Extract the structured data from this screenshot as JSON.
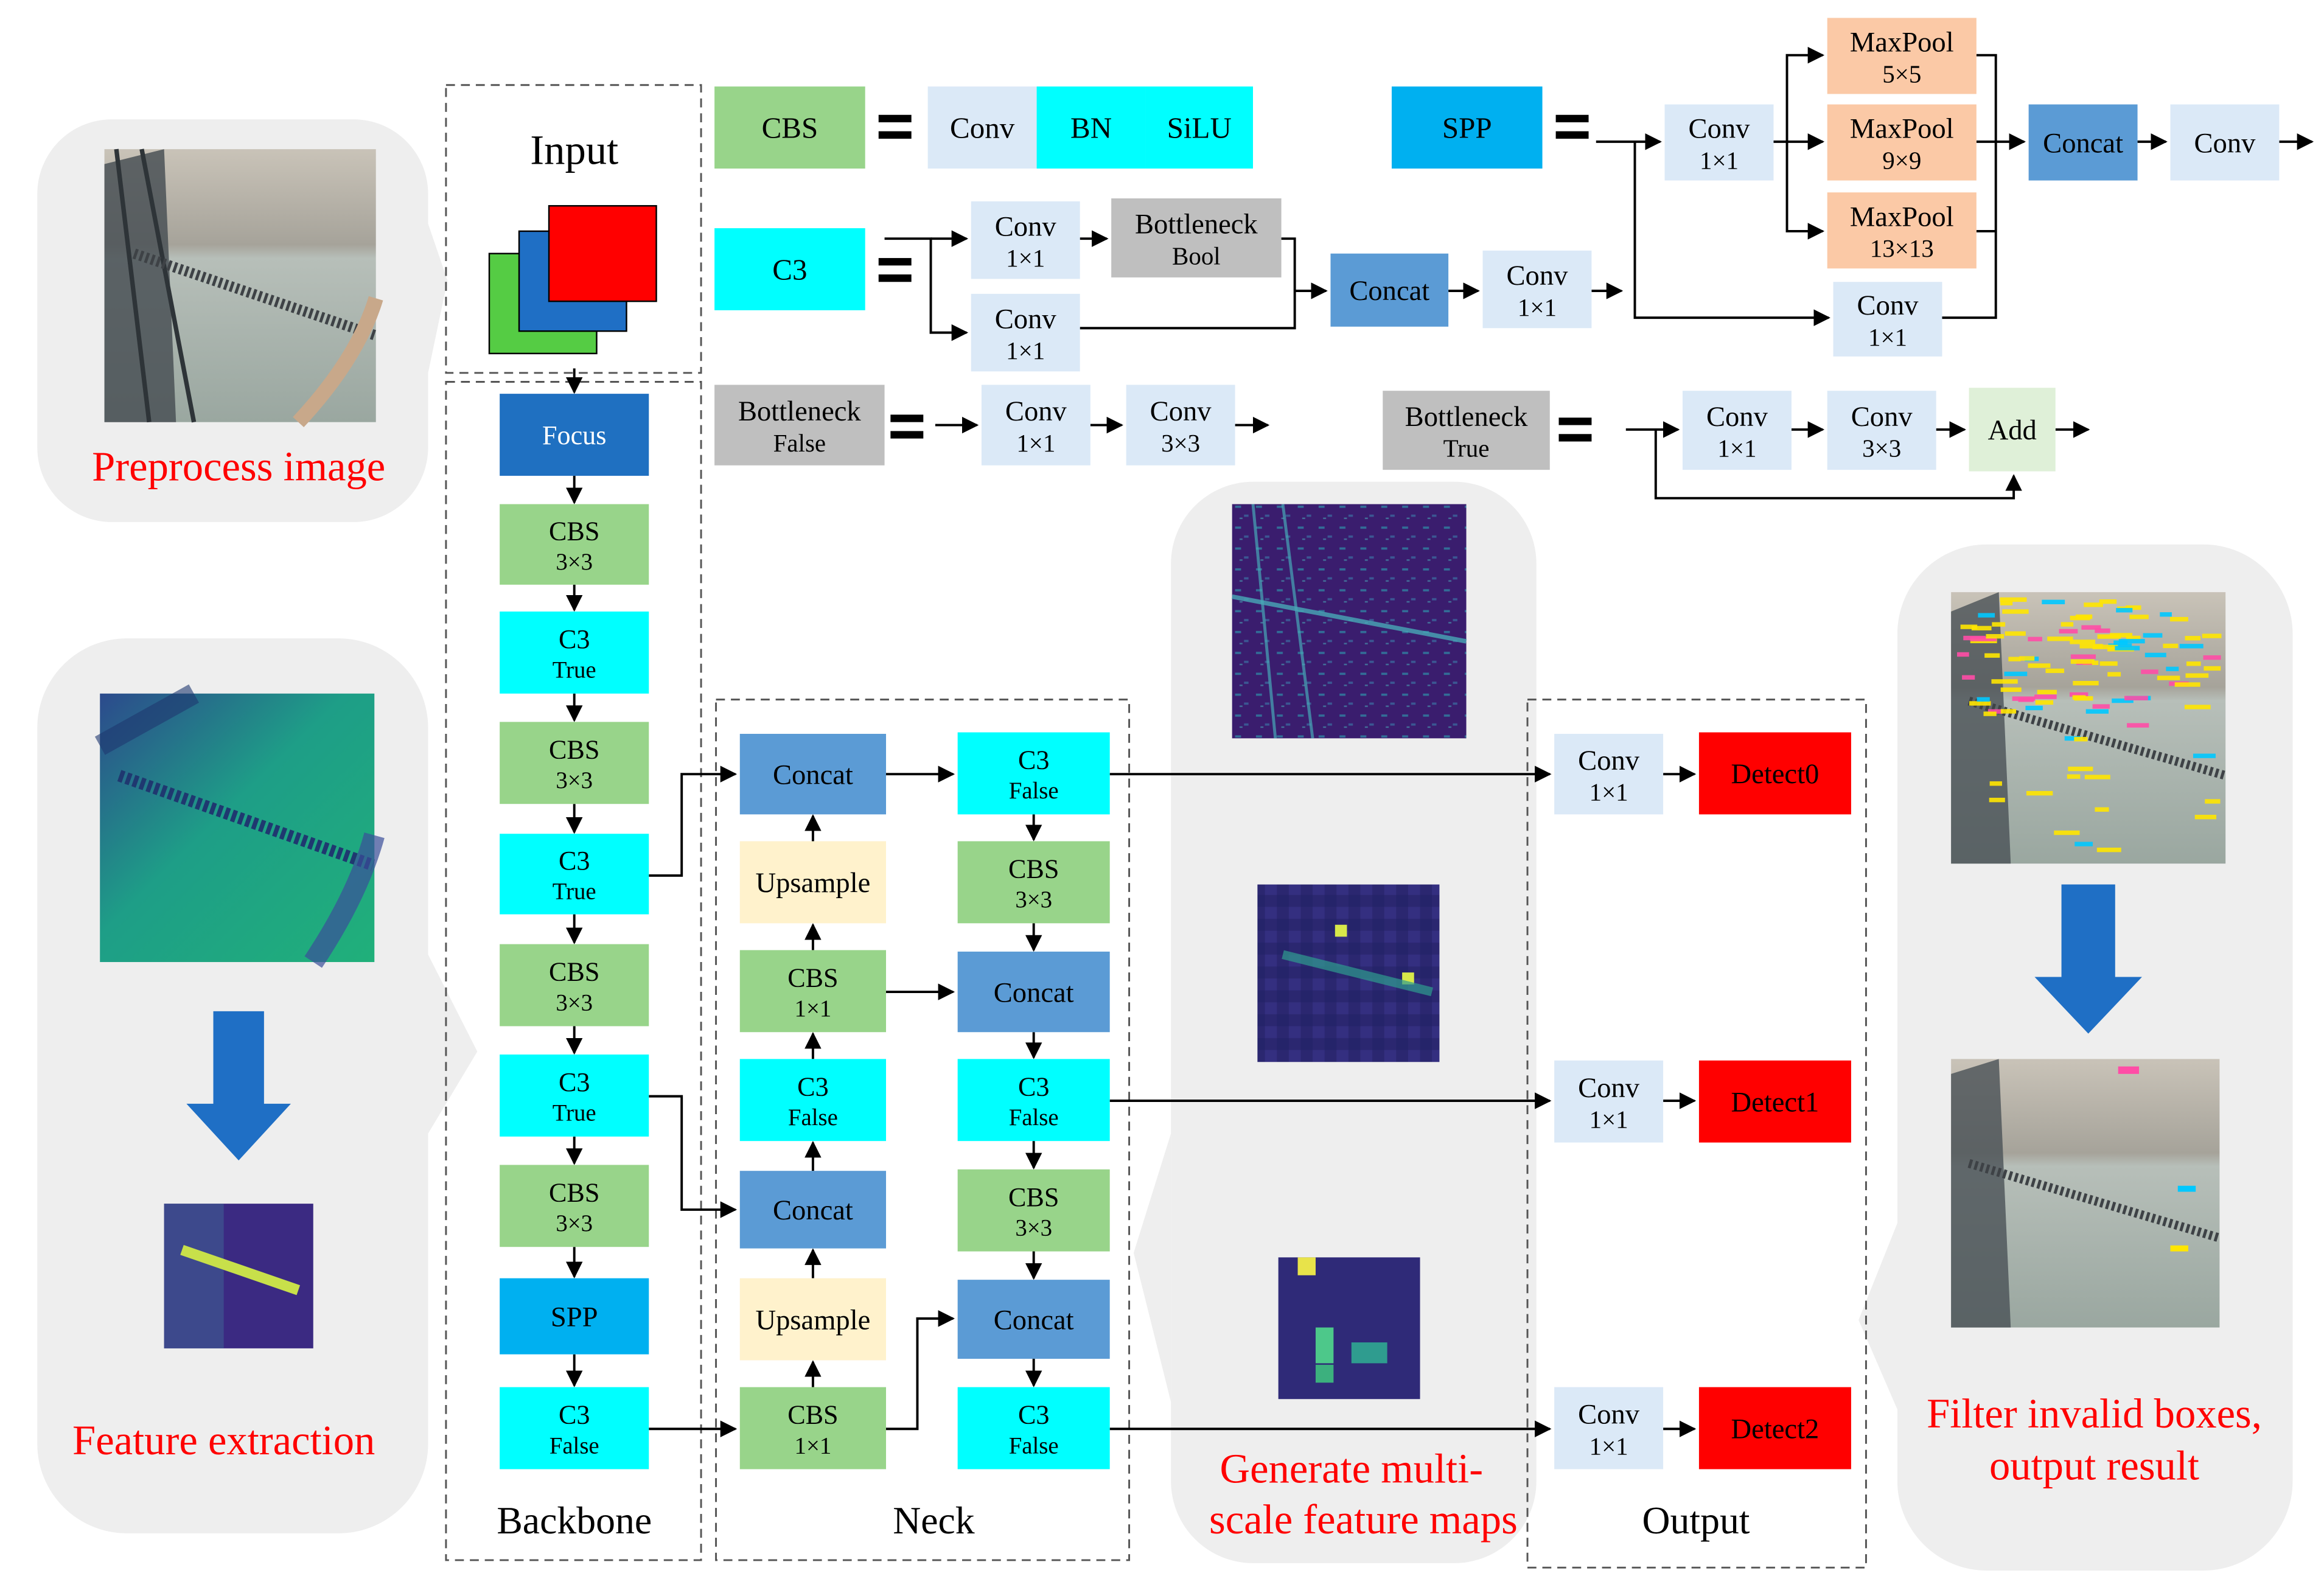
{
  "colors": {
    "cbs": "#98d48a",
    "c3": "#00ffff",
    "conv_light": "#dbe9f7",
    "bottleneck": "#bfbfbf",
    "concat": "#5b9bd5",
    "spp": "#00b0f0",
    "maxpool": "#fbc9a6",
    "add": "#dff0d8",
    "focus": "#1f70c1",
    "upsample": "#fff2cc",
    "detect": "#ff0000",
    "panel": "#eeeeee",
    "red_text": "#ff0000",
    "arrow_blue": "#1f6fc5"
  },
  "legend": {
    "cbs_eq": {
      "lhs": "CBS",
      "parts": [
        "Conv",
        "BN",
        "SiLU"
      ]
    },
    "c3_eq": {
      "lhs": "C3",
      "conv_top": [
        "Conv",
        "1×1"
      ],
      "bottleneck": [
        "Bottleneck",
        "Bool"
      ],
      "conv_bottom": [
        "Conv",
        "1×1"
      ],
      "concat": "Concat",
      "conv_out": [
        "Conv",
        "1×1"
      ]
    },
    "bneck_false_eq": {
      "lhs": [
        "Bottleneck",
        "False"
      ],
      "conv1": [
        "Conv",
        "1×1"
      ],
      "conv2": [
        "Conv",
        "3×3"
      ]
    },
    "spp_eq": {
      "lhs": "SPP",
      "conv_in": [
        "Conv",
        "1×1"
      ],
      "maxpool5": [
        "MaxPool",
        "5×5"
      ],
      "maxpool9": [
        "MaxPool",
        "9×9"
      ],
      "maxpool13": [
        "MaxPool",
        "13×13"
      ],
      "conv_skip": [
        "Conv",
        "1×1"
      ],
      "concat": "Concat",
      "conv_out": "Conv"
    },
    "bneck_true_eq": {
      "lhs": [
        "Bottleneck",
        "True"
      ],
      "conv1": [
        "Conv",
        "1×1"
      ],
      "conv2": [
        "Conv",
        "3×3"
      ],
      "add": "Add"
    }
  },
  "input": {
    "title": "Input"
  },
  "backbone": {
    "label": "Backbone",
    "focus": "Focus",
    "cbs1": [
      "CBS",
      "3×3"
    ],
    "c3_1": [
      "C3",
      "True"
    ],
    "cbs2": [
      "CBS",
      "3×3"
    ],
    "c3_2": [
      "C3",
      "True"
    ],
    "cbs3": [
      "CBS",
      "3×3"
    ],
    "c3_3": [
      "C3",
      "True"
    ],
    "cbs4": [
      "CBS",
      "3×3"
    ],
    "spp": "SPP",
    "c3_4": [
      "C3",
      "False"
    ]
  },
  "neck": {
    "label": "Neck",
    "concat_a": "Concat",
    "upsample_a": "Upsample",
    "cbs_a": [
      "CBS",
      "1×1"
    ],
    "c3_a": [
      "C3",
      "False"
    ],
    "concat_b": "Concat",
    "upsample_b": "Upsample",
    "cbs_b": [
      "CBS",
      "1×1"
    ],
    "c3_r1": [
      "C3",
      "False"
    ],
    "cbs_r1": [
      "CBS",
      "3×3"
    ],
    "concat_r1": "Concat",
    "c3_r2": [
      "C3",
      "False"
    ],
    "cbs_r2": [
      "CBS",
      "3×3"
    ],
    "concat_r2": "Concat",
    "c3_r3": [
      "C3",
      "False"
    ]
  },
  "output": {
    "label": "Output",
    "conv0": [
      "Conv",
      "1×1"
    ],
    "detect0": "Detect0",
    "conv1": [
      "Conv",
      "1×1"
    ],
    "detect1": "Detect1",
    "conv2": [
      "Conv",
      "1×1"
    ],
    "detect2": "Detect2"
  },
  "captions": {
    "preprocess": "Preprocess image",
    "feature_extraction": "Feature extraction",
    "multiscale": [
      "Generate multi-",
      "scale feature maps"
    ],
    "filter": [
      "Filter invalid boxes,",
      "output result"
    ]
  }
}
